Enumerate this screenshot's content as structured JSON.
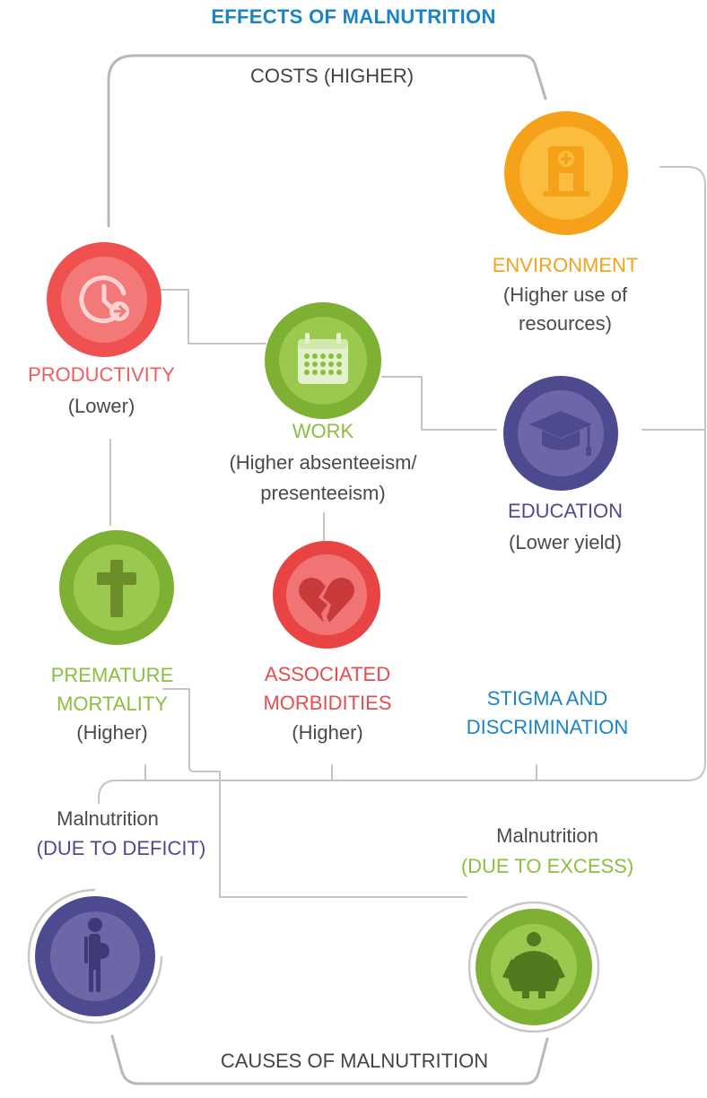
{
  "title": "EFFECTS OF MALNUTRITION",
  "top_bracket_label": "COSTS (HIGHER)",
  "bottom_bracket_label": "CAUSES OF MALNUTRITION",
  "colors": {
    "title": "#1b84c6",
    "productivity": "#ef5e5e",
    "work": "#8cbe3f",
    "environment": "#f5a31a",
    "education": "#4e4a8f",
    "premature_mortality": "#8cbe3f",
    "associated_morbidities": "#e84c4c",
    "stigma": "#1b84c6",
    "deficit": "#4e4a8f",
    "excess": "#8cbe3f",
    "lines": "#b8b8b8"
  },
  "nodes": {
    "productivity": {
      "icon": "clock-icon",
      "name": "PRODUCTIVITY",
      "detail": "(Lower)"
    },
    "work": {
      "icon": "calendar-icon",
      "name": "WORK",
      "detail_line1": "(Higher absenteeism/",
      "detail_line2": "presenteeism)"
    },
    "environment": {
      "icon": "hospital-building-icon",
      "name": "ENVIRONMENT",
      "detail_line1": "(Higher use of",
      "detail_line2": "resources)"
    },
    "education": {
      "icon": "graduation-cap-icon",
      "name": "EDUCATION",
      "detail": "(Lower yield)"
    },
    "premature_mortality": {
      "icon": "cross-icon",
      "name_line1": "PREMATURE",
      "name_line2": "MORTALITY",
      "detail": "(Higher)"
    },
    "associated_morbidities": {
      "icon": "broken-heart-icon",
      "name_line1": "ASSOCIATED",
      "name_line2": "MORBIDITIES",
      "detail": "(Higher)"
    },
    "stigma": {
      "name_line1": "STIGMA AND",
      "name_line2": "DISCRIMINATION"
    },
    "deficit": {
      "icon": "thin-person-icon",
      "caption": "Malnutrition",
      "name": "(DUE TO DEFICIT)"
    },
    "excess": {
      "icon": "obese-person-icon",
      "caption": "Malnutrition",
      "name": "(DUE TO EXCESS)"
    }
  }
}
